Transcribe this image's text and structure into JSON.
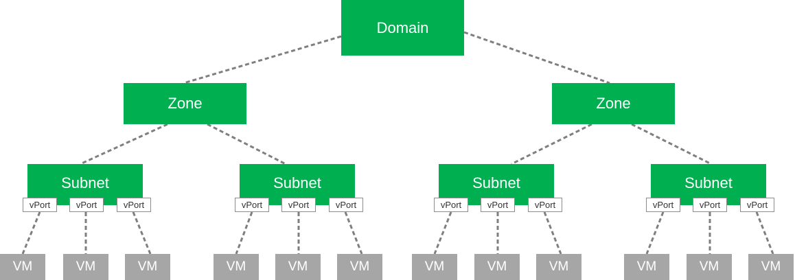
{
  "colors": {
    "node": "#00b050",
    "vm": "#a6a6a6",
    "edge": "#7f7f7f"
  },
  "tree": {
    "domain_label": "Domain",
    "zones": [
      {
        "label": "Zone",
        "subnets": [
          {
            "label": "Subnet",
            "vports": [
              "vPort",
              "vPort",
              "vPort"
            ],
            "vms": [
              "VM",
              "VM",
              "VM"
            ]
          },
          {
            "label": "Subnet",
            "vports": [
              "vPort",
              "vPort",
              "vPort"
            ],
            "vms": [
              "VM",
              "VM",
              "VM"
            ]
          }
        ]
      },
      {
        "label": "Zone",
        "subnets": [
          {
            "label": "Subnet",
            "vports": [
              "vPort",
              "vPort",
              "vPort"
            ],
            "vms": [
              "VM",
              "VM",
              "VM"
            ]
          },
          {
            "label": "Subnet",
            "vports": [
              "vPort",
              "vPort",
              "vPort"
            ],
            "vms": [
              "VM",
              "VM",
              "VM"
            ]
          }
        ]
      }
    ]
  }
}
